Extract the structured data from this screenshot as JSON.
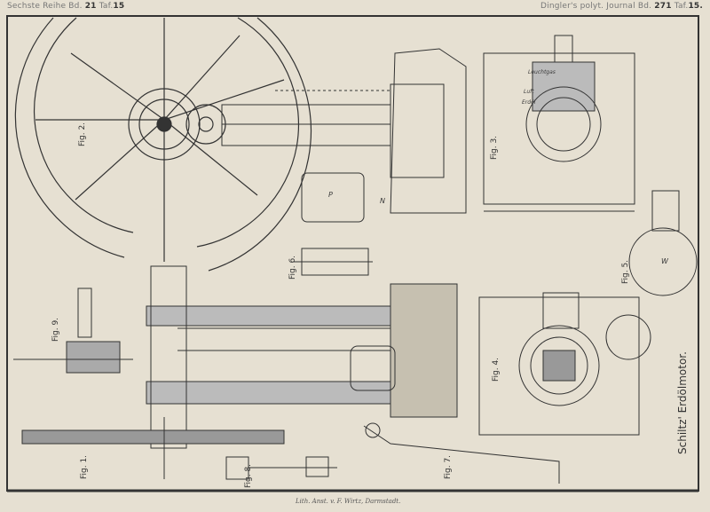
{
  "header": {
    "left_prefix": "Sechste Reihe Bd.",
    "left_volume": "21",
    "left_plate_prefix": "Taf.",
    "left_plate": "15",
    "right_prefix": "Dingler's polyt. Journal Bd.",
    "right_volume": "271",
    "right_plate_prefix": "Taf.",
    "right_plate": "15."
  },
  "title": "Schiltz' Erdölmotor.",
  "imprint": "Lith. Anst. v. F. Wirtz, Darmstadt.",
  "figures": [
    "Fig. 1.",
    "Fig. 2.",
    "Fig. 3.",
    "Fig. 4.",
    "Fig. 5.",
    "Fig. 6.",
    "Fig. 7.",
    "Fig. 8.",
    "Fig. 9."
  ],
  "annotations": {
    "fig3_labels": [
      "Leuchtgas",
      "Luft",
      "Erdöl"
    ],
    "p": "P",
    "w": "W",
    "n": "N"
  }
}
